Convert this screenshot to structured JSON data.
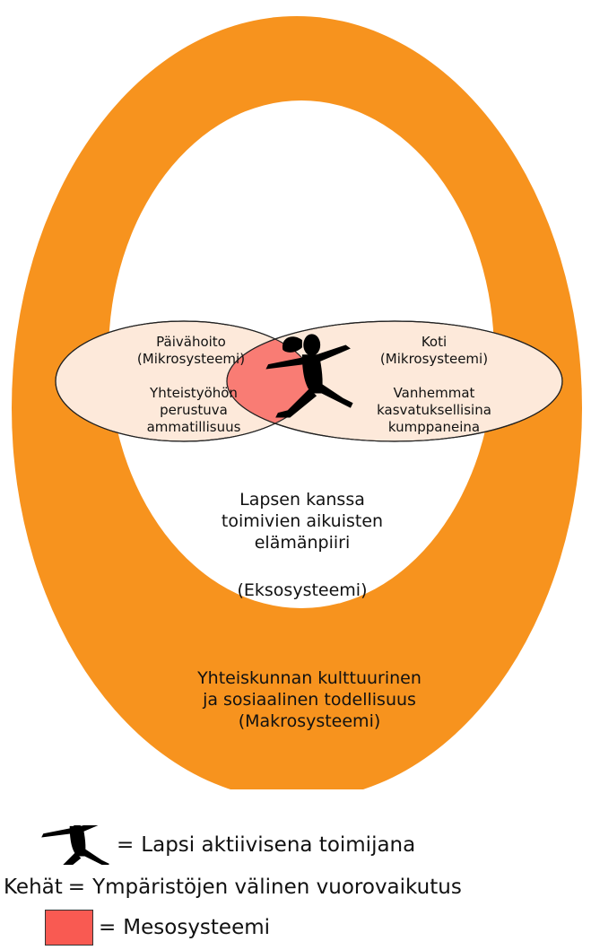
{
  "colors": {
    "macro_ring": "#f7931e",
    "exo_center": "#ffffff",
    "micro_fill": "#fde9da",
    "meso_fill": "#f97c74",
    "outline": "#222222",
    "legend_meso_swatch": "#f95a52"
  },
  "macro": {
    "lines": [
      "Yhteiskunnan kulttuurinen",
      "ja sosiaalinen todellisuus",
      "(Makrosysteemi)"
    ]
  },
  "exo": {
    "lines": [
      "Lapsen kanssa",
      "toimivien aikuisten",
      "elämänpiiri",
      "(Eksosysteemi)"
    ]
  },
  "micro_left": {
    "lines": [
      "Päivähoito",
      "(Mikrosysteemi)",
      "Yhteistyöhön",
      "perustuva",
      "ammatillisuus"
    ]
  },
  "micro_right": {
    "lines": [
      "Koti",
      "(Mikrosysteemi)",
      "Vanhemmat",
      "kasvatuksellisina",
      "kumppaneina"
    ]
  },
  "icons": {
    "center": "jumping-child-icon",
    "legend_child": "jumping-child-icon",
    "legend_swatch": "mesosystem-swatch"
  },
  "legend": {
    "child_label": "Lapsi aktiivisena toimijana",
    "rings_key": "Kehät",
    "rings_label": "Ympäristöjen välinen vuorovaikutus",
    "meso_label": "Mesosysteemi",
    "equals": "="
  }
}
